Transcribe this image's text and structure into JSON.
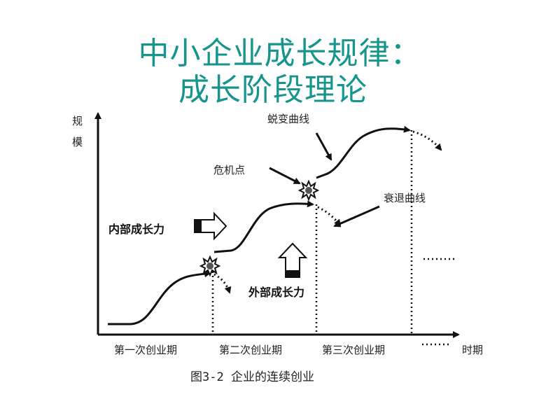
{
  "title": {
    "line1": "中小企业成长规律：",
    "line2": "成长阶段理论"
  },
  "diagram": {
    "y_axis_label_1": "规",
    "y_axis_label_2": "模",
    "x_axis_label": "时期",
    "periods": [
      "第一次创业期",
      "第二次创业期",
      "第三次创业期"
    ],
    "annotations": {
      "transition_curve": "蜕变曲线",
      "crisis_point": "危机点",
      "decline_curve": "衰退曲线",
      "internal_force": "内部成长力",
      "external_force": "外部成长力"
    },
    "caption": "图3-2 企业的连续创业"
  }
}
